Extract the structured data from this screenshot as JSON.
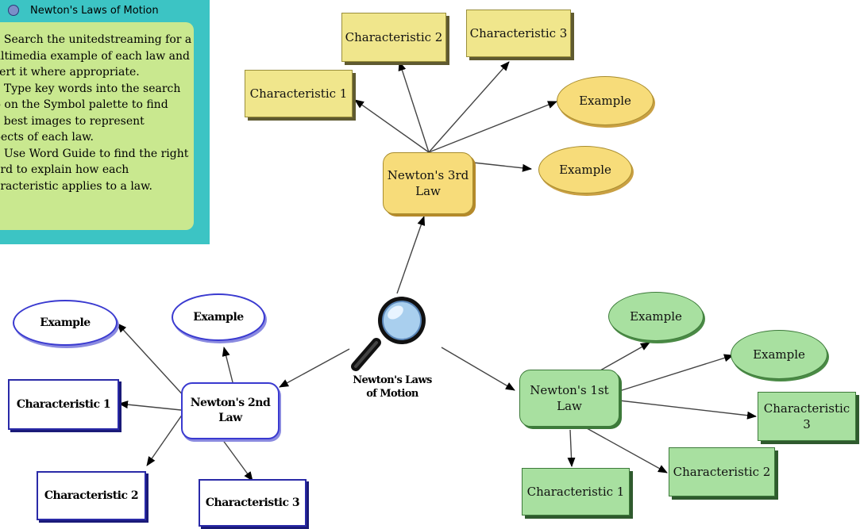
{
  "note": {
    "title": "Newton's Laws of Motion",
    "lines": [
      "o  Search the unitedstreaming for a",
      "ultimedia example of each law and",
      "sert it where appropriate.",
      "o  Type key words into the search",
      "b on the Symbol palette to find",
      "e best images to represent",
      "pects of each law.",
      "o  Use Word Guide to find the right",
      "ord to explain how each",
      "aracteristic applies to a law."
    ]
  },
  "center": {
    "line1": "Newton's Laws",
    "line2": "of Motion"
  },
  "law3": {
    "main": {
      "line1": "Newton's 3rd",
      "line2": "Law"
    },
    "char1": "Characteristic 1",
    "char2": "Characteristic 2",
    "char3": "Characteristic 3",
    "ex1": "Example",
    "ex2": "Example"
  },
  "law2": {
    "main": {
      "line1": "Newton's 2nd",
      "line2": "Law"
    },
    "char1": "Characteristic 1",
    "char2": "Characteristic 2",
    "char3": "Characteristic 3",
    "ex1": "Example",
    "ex2": "Example"
  },
  "law1": {
    "main": {
      "line1": "Newton's 1st",
      "line2": "Law"
    },
    "char1": "Characteristic 1",
    "char2": "Characteristic 2",
    "char3": "Characteristic 3",
    "ex1": "Example",
    "ex2": "Example"
  },
  "colors": {
    "law3": "#f0e68c",
    "law1": "#a8e0a0",
    "law2": "#2a2aa8",
    "note": "#3cc4c4"
  }
}
